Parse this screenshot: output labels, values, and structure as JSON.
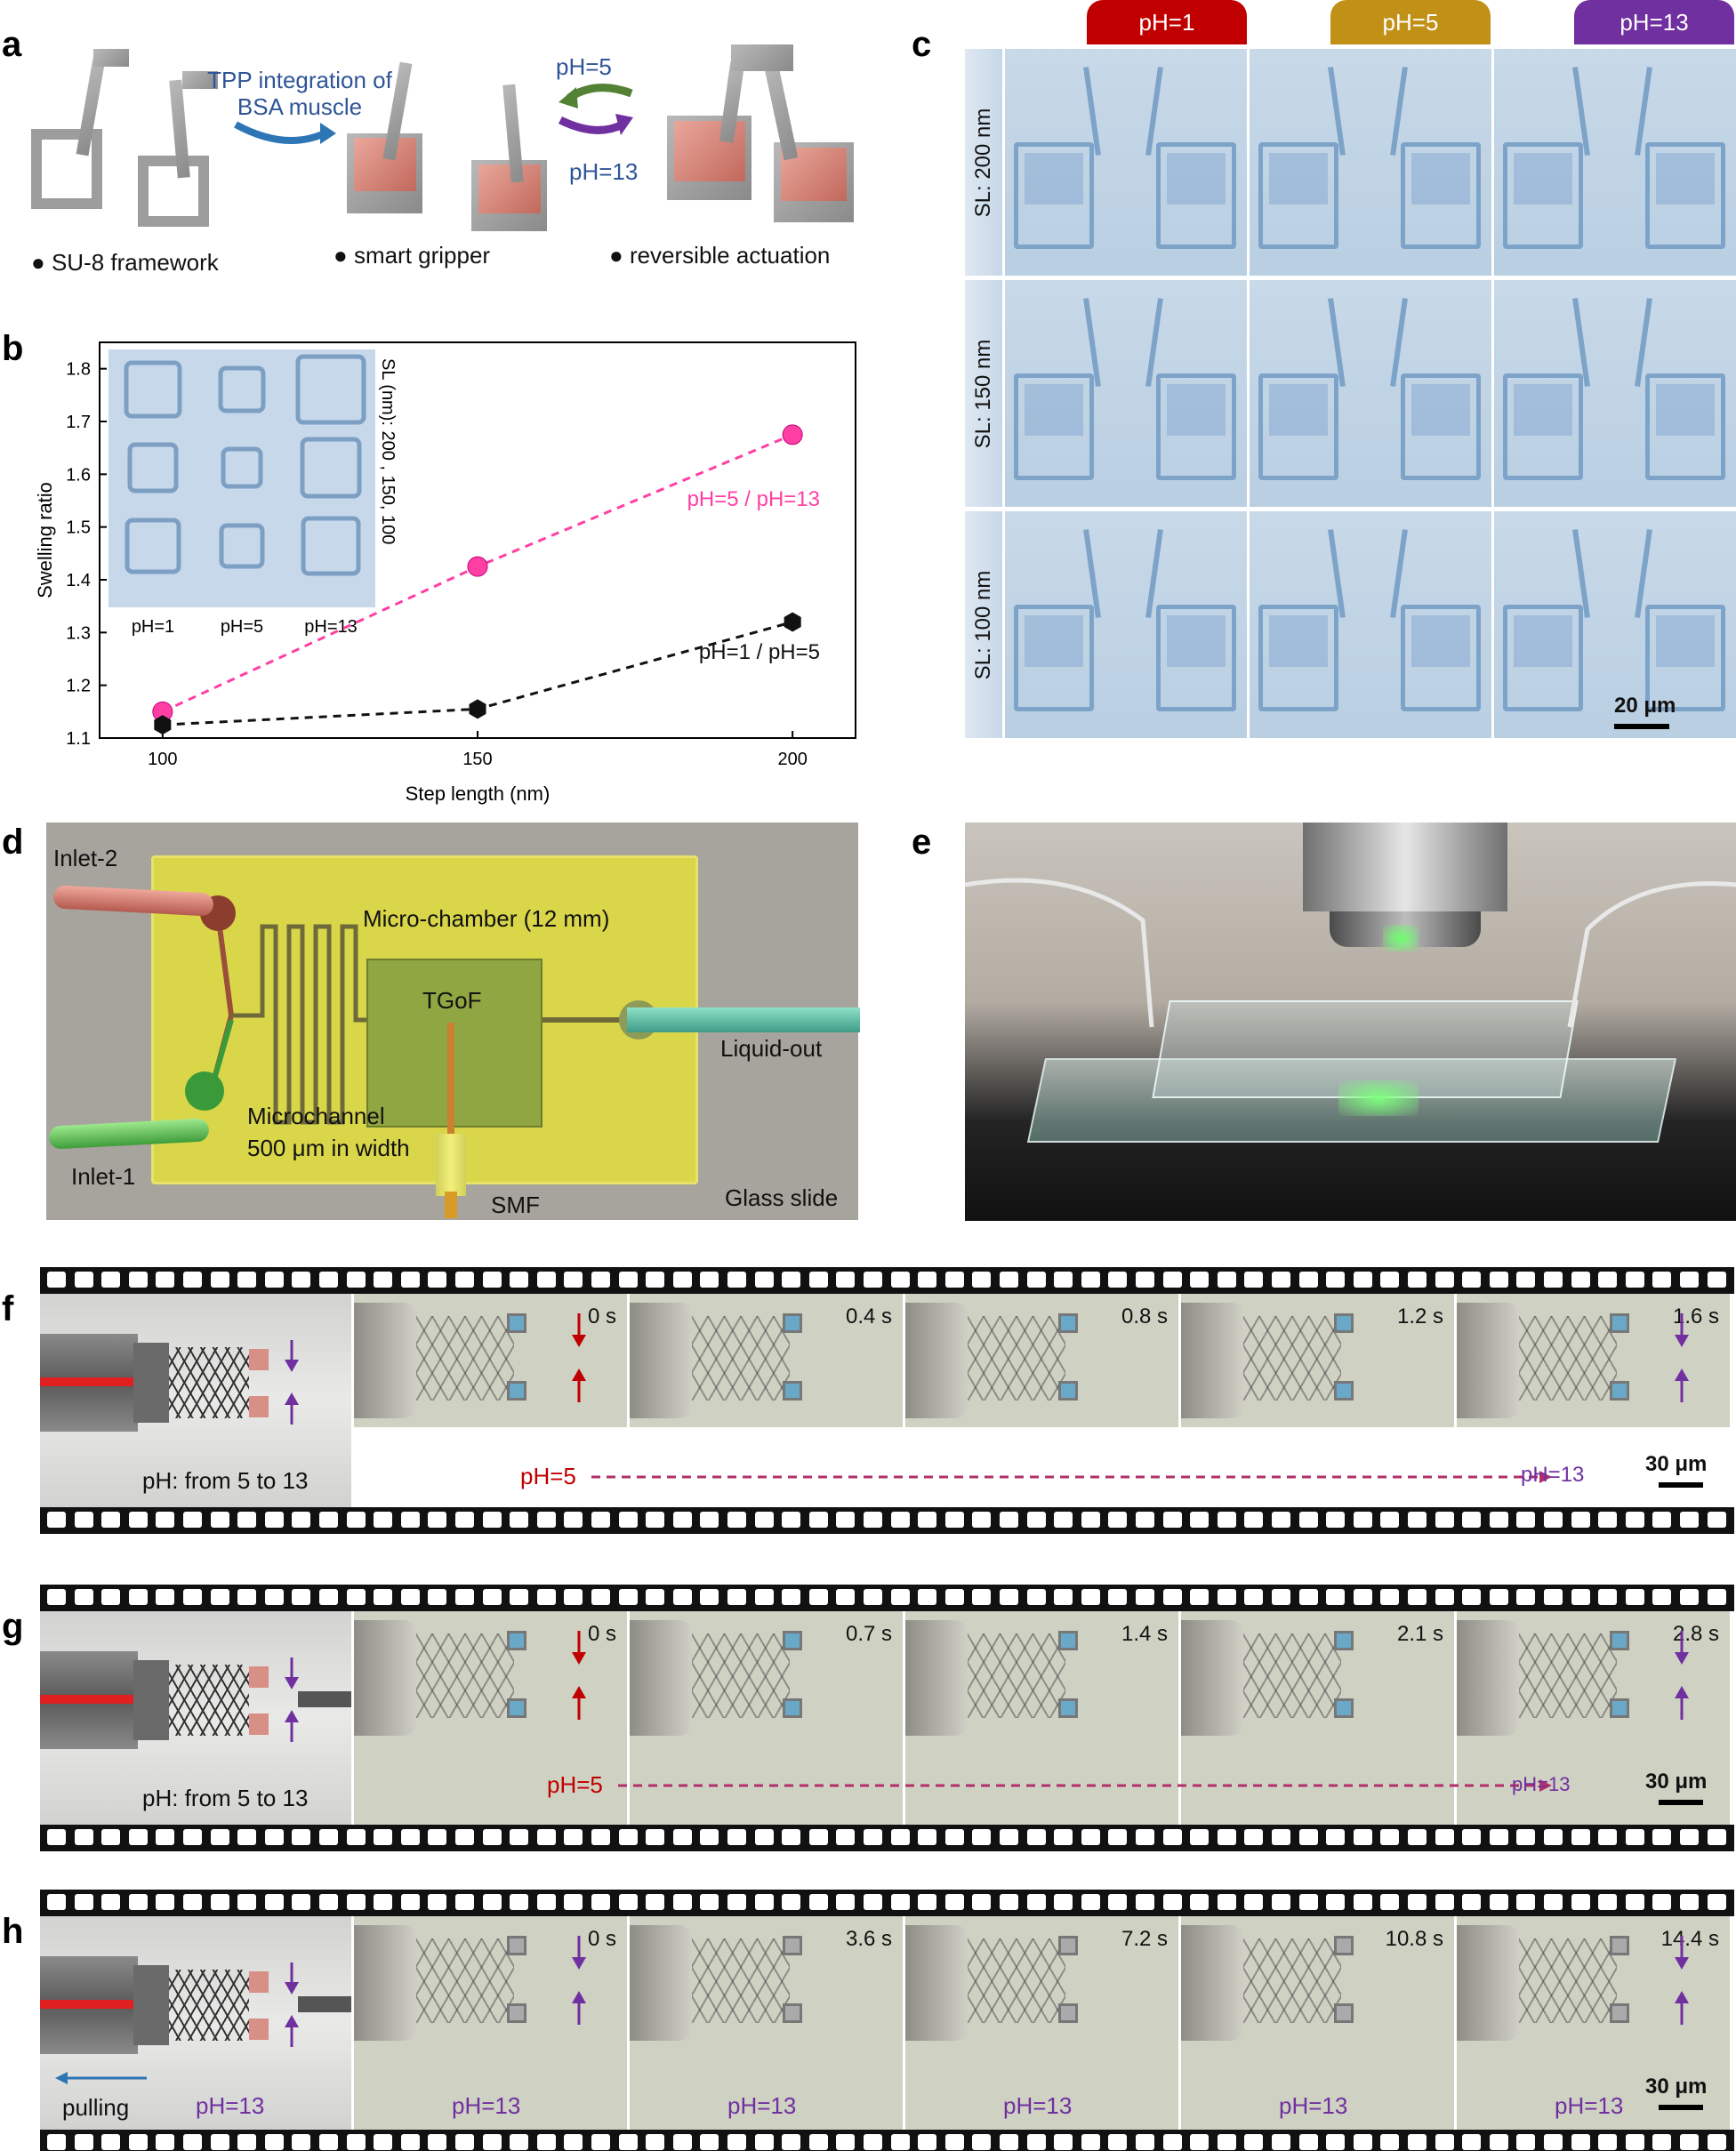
{
  "panels": {
    "a": {
      "label": "a",
      "caption_left": "SU-8 framework",
      "caption_mid": "smart gripper",
      "caption_right": "reversible actuation",
      "process_text_1": "TPP integration of",
      "process_text_2": "BSA muscle",
      "ph_top": "pH=5",
      "ph_bottom": "pH=13"
    },
    "b": {
      "label": "b"
    },
    "c": {
      "label": "c",
      "col_headers": [
        "pH=1",
        "pH=5",
        "pH=13"
      ],
      "col_colors": [
        "#c00000",
        "#c19117",
        "#7030a0"
      ],
      "row_labels": [
        "SL: 200 nm",
        "SL: 150 nm",
        "SL: 100 nm"
      ],
      "scale": "20 μm"
    },
    "d": {
      "label": "d",
      "inlet2": "Inlet-2",
      "inlet1": "Inlet-1",
      "chamber": "Micro-chamber (12 mm)",
      "tgof": "TGoF",
      "liquid_out": "Liquid-out",
      "microchannel_1": "Microchannel",
      "microchannel_2": "500 μm in width",
      "smf": "SMF",
      "glass": "Glass slide"
    },
    "e": {
      "label": "e"
    },
    "f": {
      "label": "f",
      "schematic_text": "pH: from 5 to 13",
      "times": [
        "0 s",
        "0.4 s",
        "0.8 s",
        "1.2 s",
        "1.6 s"
      ],
      "ph_start": "pH=5",
      "ph_end": "pH=13",
      "scale": "30 μm"
    },
    "g": {
      "label": "g",
      "schematic_text": "pH: from 5 to 13",
      "times": [
        "0 s",
        "0.7 s",
        "1.4 s",
        "2.1 s",
        "2.8 s"
      ],
      "ph_start": "pH=5",
      "ph_end": "pH=13",
      "scale": "30 μm"
    },
    "h": {
      "label": "h",
      "pulling": "pulling",
      "ph_labels": [
        "pH=13",
        "pH=13",
        "pH=13",
        "pH=13",
        "pH=13",
        "pH=13"
      ],
      "times": [
        "0 s",
        "3.6 s",
        "7.2 s",
        "10.8 s",
        "14.4 s"
      ],
      "scale": "30 μm"
    }
  },
  "chart_data": {
    "type": "scatter",
    "title": "",
    "xlabel": "Step length (nm)",
    "ylabel": "Swelling ratio",
    "xlim": [
      90,
      210
    ],
    "ylim": [
      1.1,
      1.85
    ],
    "xticks": [
      "100",
      "150",
      "200"
    ],
    "yticks": [
      "1.1",
      "1.2",
      "1.3",
      "1.4",
      "1.5",
      "1.6",
      "1.7",
      "1.8"
    ],
    "series": [
      {
        "name": "pH=5 / pH=13",
        "color": "#ff3fa4",
        "x": [
          100,
          150,
          200
        ],
        "y": [
          1.15,
          1.425,
          1.675
        ]
      },
      {
        "name": "pH=1 / pH=5",
        "color": "#111111",
        "x": [
          100,
          150,
          200
        ],
        "y": [
          1.125,
          1.155,
          1.32
        ]
      }
    ],
    "inset": {
      "col_labels": [
        "pH=1",
        "pH=5",
        "pH=13"
      ],
      "side_label": "SL (nm): 200 ,  150,  100"
    }
  }
}
